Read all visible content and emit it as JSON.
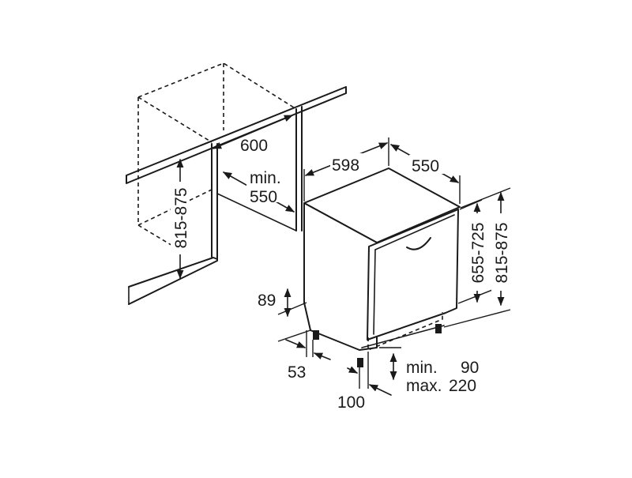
{
  "dimensions": {
    "niche_width": "600",
    "niche_depth_min": "min.",
    "niche_depth_value": "550",
    "niche_height": "815-875",
    "appliance_width": "598",
    "appliance_depth": "550",
    "door_height": "655-725",
    "appliance_height": "815-875",
    "plinth_height": "89",
    "foot_offset": "53",
    "plinth_depth": "100",
    "plinth_min_label": "min.",
    "plinth_min_value": "90",
    "plinth_max_label": "max.",
    "plinth_max_value": "220"
  }
}
